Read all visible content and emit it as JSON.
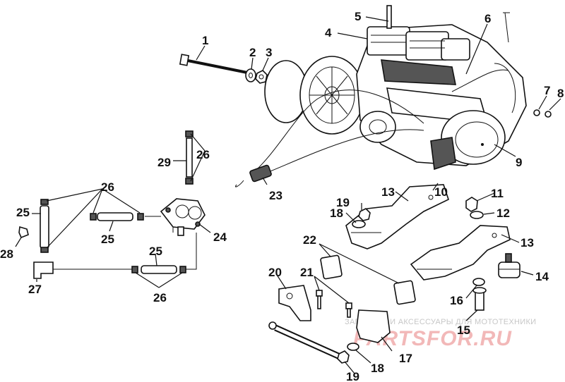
{
  "callouts": {
    "c1": "1",
    "c2": "2",
    "c3": "3",
    "c4": "4",
    "c5": "5",
    "c6": "6",
    "c7": "7",
    "c8": "8",
    "c9": "9",
    "c10": "10",
    "c11": "11",
    "c12": "12",
    "c13a": "13",
    "c13b": "13",
    "c14": "14",
    "c15": "15",
    "c16": "16",
    "c17": "17",
    "c18a": "18",
    "c18b": "18",
    "c19a": "19",
    "c19b": "19",
    "c20": "20",
    "c21": "21",
    "c22": "22",
    "c23": "23",
    "c24": "24",
    "c25a": "25",
    "c25b": "25",
    "c25c": "25",
    "c26a": "26",
    "c26b": "26",
    "c26c": "26",
    "c27": "27",
    "c28": "28",
    "c29": "29"
  },
  "watermark": {
    "tagline": "ЗАПЧАСТИ И АКСЕССУАРЫ ДЛЯ МОТОТЕХНИКИ",
    "site": "PARTSFOR.RU"
  }
}
